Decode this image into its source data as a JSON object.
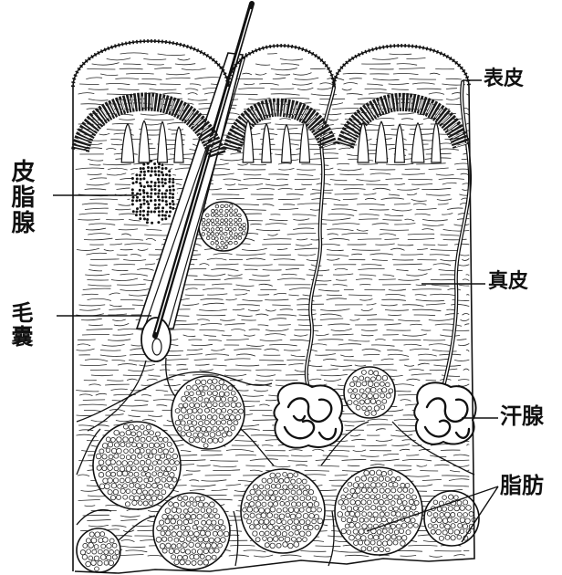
{
  "figure": {
    "labels": {
      "epidermis": "表皮",
      "sebaceous_gland": "皮脂腺",
      "hair_follicle": "毛囊",
      "dermis": "真皮",
      "sweat_gland": "汗腺",
      "fat": "脂肪"
    }
  },
  "colors": {
    "ink": "#111111",
    "paper": "#ffffff"
  }
}
